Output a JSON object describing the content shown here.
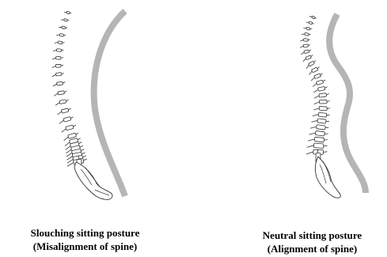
{
  "figure": {
    "left_panel": {
      "caption_line1": "Slouching sitting posture",
      "caption_line2": "(Misalignment of spine)"
    },
    "right_panel": {
      "caption_line1": "Neutral sitting posture",
      "caption_line2": "(Alignment of spine)"
    },
    "colors": {
      "spine_outline": "#333333",
      "curve_band": "#b5b5b5",
      "background": "#ffffff"
    }
  }
}
